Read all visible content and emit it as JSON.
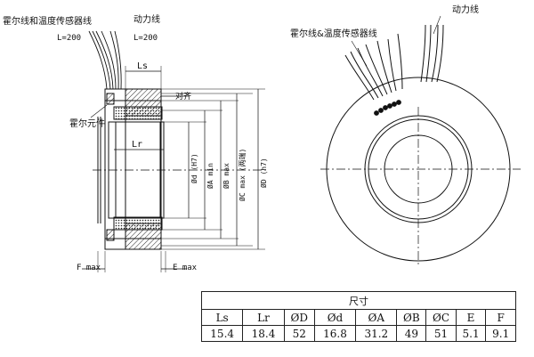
{
  "left_view": {
    "hall_temp_wire_label": "霍尔线和温度传感器线",
    "hall_wire_length": "L=200",
    "power_wire_label": "动力线",
    "power_wire_length": "L=200",
    "hall_element_label": "霍尔元件",
    "align_label": "对齐",
    "dim_ls": "Ls",
    "dim_lr": "Lr",
    "dim_d": "Ød (H7)",
    "dim_a": "ØA min",
    "dim_b": "ØB max",
    "dim_c": "ØC max (两端)",
    "dim_dd": "ØD (h7)",
    "dim_f": "F max",
    "dim_e": "E max"
  },
  "right_view": {
    "hall_temp_wire_label": "霍尔线&温度传感器线",
    "power_wire_label": "动力线"
  },
  "spec_table": {
    "title": "尺寸",
    "headers": [
      "Ls",
      "Lr",
      "ØD",
      "Ød",
      "ØA",
      "ØB",
      "ØC",
      "E",
      "F"
    ],
    "values": [
      "15.4",
      "18.4",
      "52",
      "16.8",
      "31.2",
      "49",
      "51",
      "5.1",
      "9.1"
    ]
  }
}
